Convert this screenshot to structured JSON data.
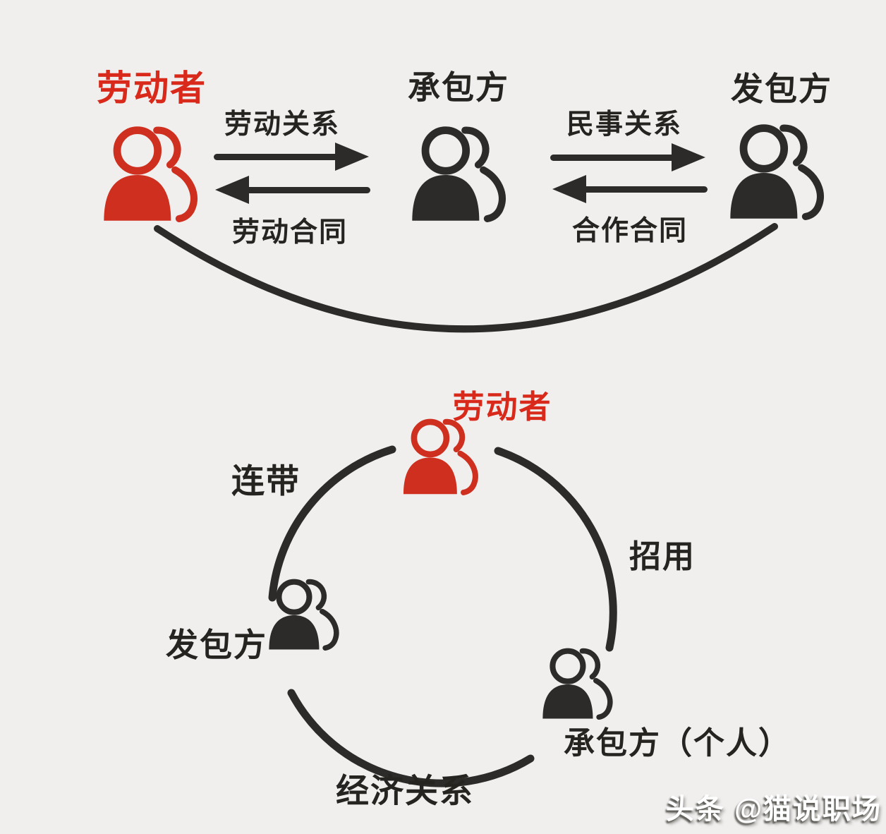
{
  "palette": {
    "background": "#f0efee",
    "ink": "#2d2b29",
    "text": "#262421",
    "red_text": "#d8291b",
    "red_icon": "#cf2f1e",
    "watermark_shadow": "#56544f"
  },
  "top_diagram": {
    "nodes": [
      {
        "id": "laborer",
        "label": "劳动者",
        "color": "red"
      },
      {
        "id": "contractor",
        "label": "承包方",
        "color": "black"
      },
      {
        "id": "issuer",
        "label": "发包方",
        "color": "black"
      }
    ],
    "arrows": [
      {
        "label": "劳动关系",
        "direction": "right",
        "between": "劳动者-承包方"
      },
      {
        "label": "劳动合同",
        "direction": "left",
        "between": "劳动者-承包方"
      },
      {
        "label": "民事关系",
        "direction": "right",
        "between": "承包方-发包方"
      },
      {
        "label": "合作合同",
        "direction": "left",
        "between": "承包方-发包方"
      }
    ]
  },
  "bottom_diagram": {
    "nodes": [
      {
        "id": "laborer",
        "label": "劳动者",
        "color": "red"
      },
      {
        "id": "issuer",
        "label": "发包方",
        "color": "black"
      },
      {
        "id": "contractor-individual",
        "label": "承包方（个人）",
        "color": "black"
      }
    ],
    "edge_labels": [
      {
        "id": "joint-liability",
        "label": "连带"
      },
      {
        "id": "recruit",
        "label": "招用"
      },
      {
        "id": "economic-relation",
        "label": "经济关系"
      }
    ]
  },
  "watermark": {
    "text": "头条 @猫说职场"
  }
}
